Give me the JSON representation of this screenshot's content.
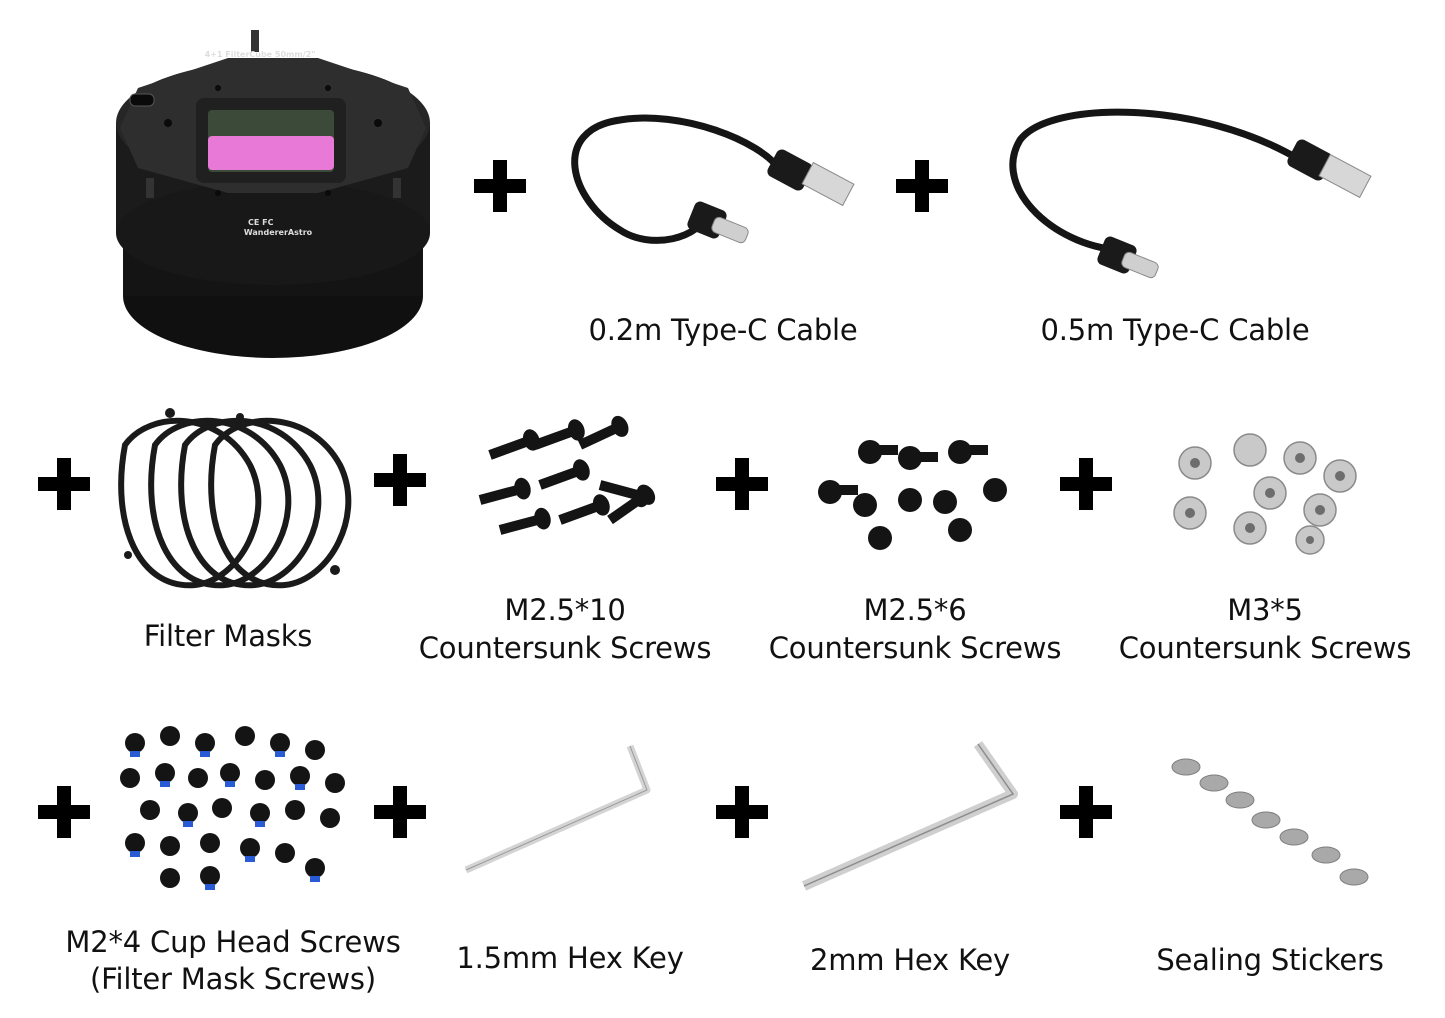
{
  "device": {
    "engraving": "4+1 FilterCube 50mm/2\"",
    "brand": "WandererAstro",
    "marks": "CE FC"
  },
  "items": {
    "cable_02": "0.2m Type-C Cable",
    "cable_05": "0.5m Type-C Cable",
    "filter_masks": "Filter Masks",
    "m25x10": [
      "M2.5*10",
      "Countersunk Screws"
    ],
    "m25x6": [
      "M2.5*6",
      "Countersunk Screws"
    ],
    "m3x5": [
      "M3*5",
      "Countersunk Screws"
    ],
    "m2x4": [
      "M2*4 Cup Head Screws",
      "(Filter Mask Screws)"
    ],
    "hex15": "1.5mm Hex Key",
    "hex2": "2mm Hex Key",
    "stickers": "Sealing Stickers"
  },
  "colors": {
    "device_body": "#1c1c1c",
    "filter_window": "#e879d6",
    "screw_black": "#141414",
    "screw_steel": "#c9c9c9",
    "thread_lock": "#2a5bd7"
  }
}
